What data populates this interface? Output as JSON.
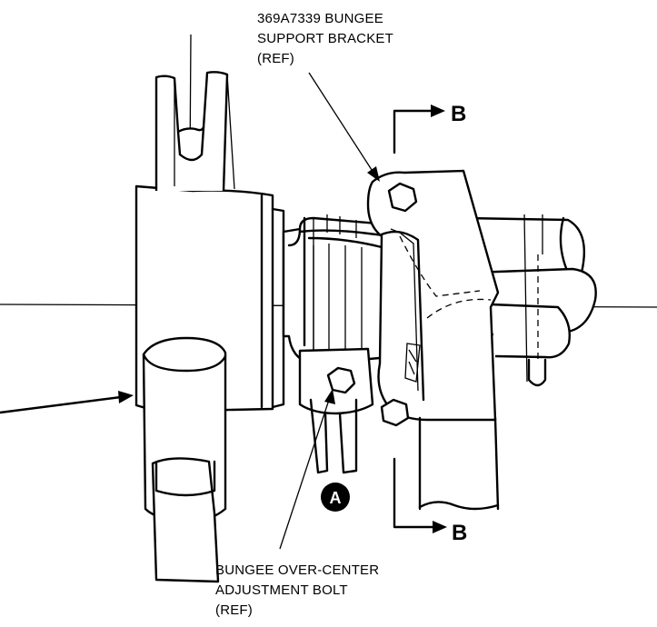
{
  "labels": {
    "bracket_callout": {
      "line1": "369A7339 BUNGEE",
      "line2": "SUPPORT BRACKET",
      "line3": "(REF)"
    },
    "bolt_callout": {
      "line1": "BUNGEE OVER-CENTER",
      "line2": "ADJUSTMENT BOLT",
      "line3": "(REF)"
    },
    "section_top": "B",
    "section_bottom": "B",
    "detail_marker": "A"
  }
}
